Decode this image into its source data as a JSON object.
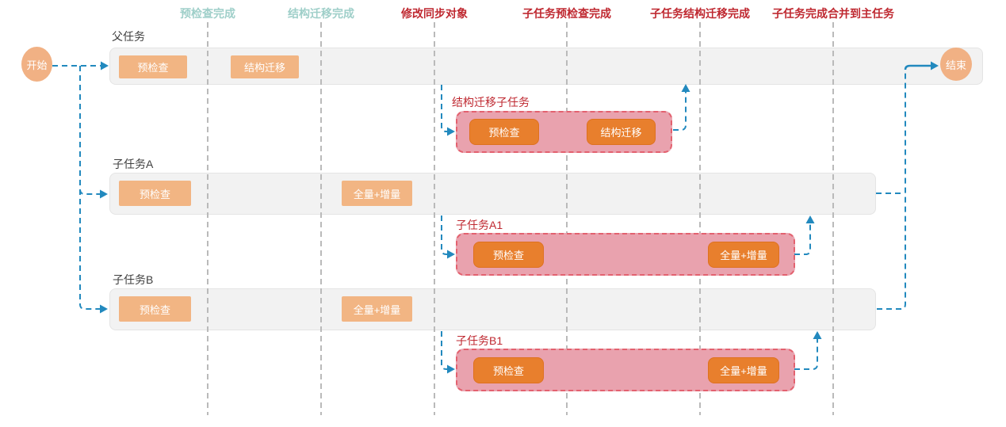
{
  "palette": {
    "milestone_teal": "#9fcfc9",
    "milestone_red": "#bf2830",
    "connector_blue": "#2289be",
    "gridline_gray": "#bababa",
    "lane_bar_gray": "#f2f2f2",
    "stage_orange_light": "#f2b583",
    "step_orange_deep": "#e87f2d",
    "subtask_pink_fill": "#e9a2ae",
    "subtask_pink_border": "#e3616f",
    "terminal_orange": "#f1b184"
  },
  "start": {
    "label": "开始"
  },
  "end": {
    "label": "结束"
  },
  "milestones": [
    {
      "label": "预检查完成",
      "color": "#9fcfc9"
    },
    {
      "label": "结构迁移完成",
      "color": "#9fcfc9"
    },
    {
      "label": "修改同步对象",
      "color": "#bf2830"
    },
    {
      "label": "子任务预检查完成",
      "color": "#bf2830"
    },
    {
      "label": "子任务结构迁移完成",
      "color": "#bf2830"
    },
    {
      "label": "子任务完成合并到主任务",
      "color": "#bf2830"
    }
  ],
  "lanes": [
    {
      "name": "父任务",
      "stages": [
        "预检查",
        "结构迁移"
      ]
    },
    {
      "name": "子任务A",
      "stages": [
        "预检查",
        "全量+增量"
      ]
    },
    {
      "name": "子任务B",
      "stages": [
        "预检查",
        "全量+增量"
      ]
    }
  ],
  "subtasks": [
    {
      "name": "结构迁移子任务",
      "steps": [
        "预检查",
        "结构迁移"
      ]
    },
    {
      "name": "子任务A1",
      "steps": [
        "预检查",
        "全量+增量"
      ]
    },
    {
      "name": "子任务B1",
      "steps": [
        "预检查",
        "全量+增量"
      ]
    }
  ]
}
